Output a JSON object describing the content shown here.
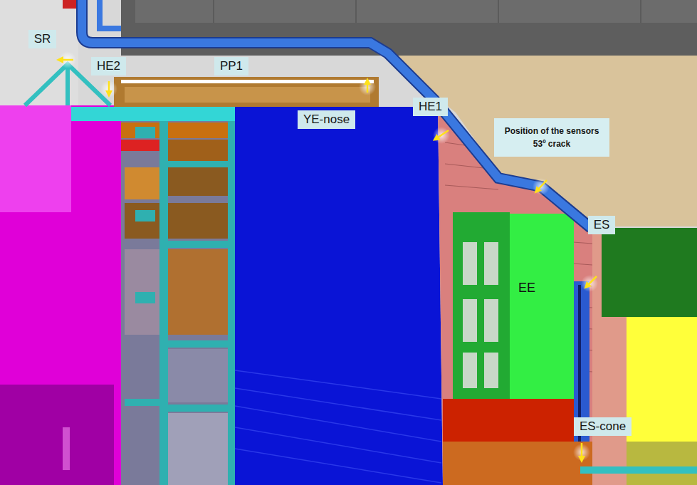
{
  "diagram": {
    "nodes": [
      {
        "text": [
          "SR"
        ]
      },
      {
        "text": [
          "HE2"
        ]
      },
      {
        "text": [
          "PP1"
        ]
      },
      {
        "text": [
          "YE-nose"
        ]
      },
      {
        "text": [
          "HE1"
        ]
      },
      {
        "text": [
          "Position of the sensors",
          "53º crack"
        ]
      },
      {
        "text": [
          "ES"
        ]
      },
      {
        "text": [
          "ES-cone"
        ]
      }
    ],
    "labels": [
      "EE"
    ]
  }
}
